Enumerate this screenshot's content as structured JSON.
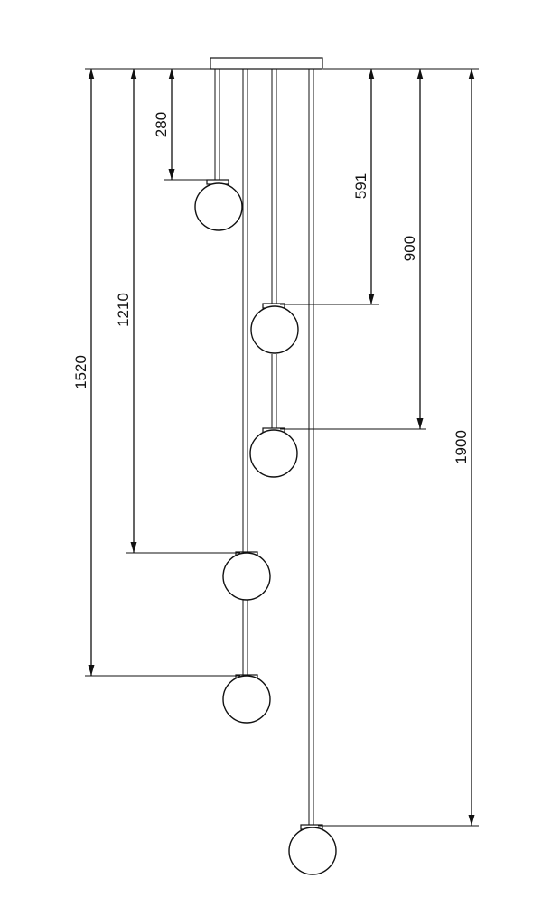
{
  "dimensions": [
    {
      "id": "dim-280",
      "label": "280"
    },
    {
      "id": "dim-591",
      "label": "591"
    },
    {
      "id": "dim-900",
      "label": "900"
    },
    {
      "id": "dim-1210",
      "label": "1210"
    },
    {
      "id": "dim-1520",
      "label": "1520"
    },
    {
      "id": "dim-1900",
      "label": "1900"
    }
  ],
  "colors": {
    "line": "#111111",
    "background": "#ffffff"
  }
}
